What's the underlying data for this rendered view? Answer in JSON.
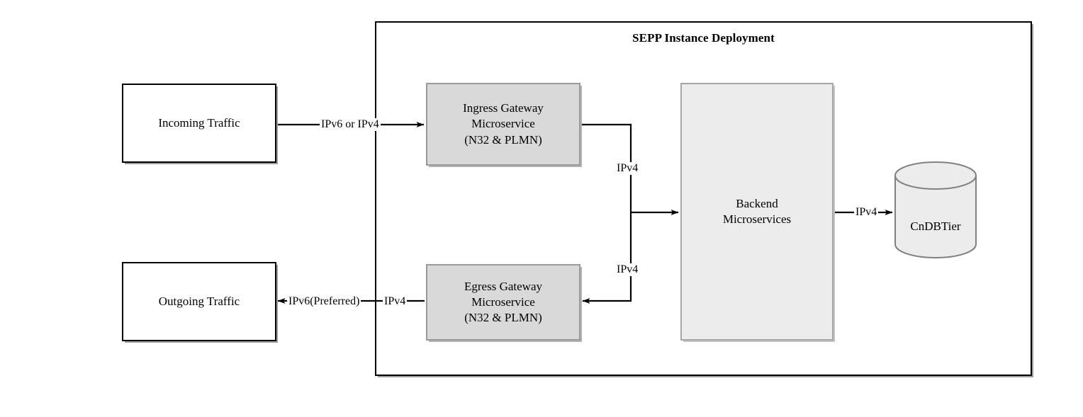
{
  "diagram": {
    "title": "SEPP Instance Deployment",
    "container_label": "SEPP Instance Deployment"
  },
  "nodes": {
    "incoming_traffic": {
      "label": "Incoming Traffic",
      "shape": "rectangle",
      "fill": "#ffffff",
      "stroke": "#000000"
    },
    "outgoing_traffic": {
      "label": "Outgoing Traffic",
      "shape": "rectangle",
      "fill": "#ffffff",
      "stroke": "#000000"
    },
    "ingress_gateway": {
      "label": "Ingress Gateway\nMicroservice\n(N32 & PLMN)",
      "shape": "rectangle",
      "fill": "#d9d9d9",
      "stroke": "#9a9a9a"
    },
    "egress_gateway": {
      "label": "Egress Gateway\nMicroservice\n(N32 & PLMN)",
      "shape": "rectangle",
      "fill": "#d9d9d9",
      "stroke": "#9a9a9a"
    },
    "backend_microservices": {
      "label": "Backend\nMicroservices",
      "shape": "rectangle",
      "fill": "#ececec",
      "stroke": "#a6a6a6"
    },
    "cndbtier": {
      "label": "CnDBTier",
      "shape": "cylinder",
      "fill": "#ececec",
      "stroke": "#808080"
    }
  },
  "edges": [
    {
      "id": "incoming-to-ingress",
      "from": "incoming_traffic",
      "to": "ingress_gateway",
      "label": "IPv6 or IPv4"
    },
    {
      "id": "ingress-to-backend",
      "from": "ingress_gateway",
      "to": "backend_microservices",
      "label": "IPv4"
    },
    {
      "id": "backend-to-egress",
      "from": "backend_microservices",
      "to": "egress_gateway",
      "label": "IPv4"
    },
    {
      "id": "backend-to-cndbtier",
      "from": "backend_microservices",
      "to": "cndbtier",
      "label": "IPv4"
    },
    {
      "id": "egress-to-outgoing",
      "from": "egress_gateway",
      "to": "outgoing_traffic",
      "label_primary": "IPv6(Preferred)",
      "label_secondary": "IPv4"
    }
  ],
  "edge_labels": {
    "incoming_to_ingress": "IPv6 or IPv4",
    "ingress_to_backend": "IPv4",
    "backend_to_egress": "IPv4",
    "backend_to_cndbtier": "IPv4",
    "egress_to_outgoing_primary": "IPv6(Preferred)",
    "egress_to_outgoing_secondary": "IPv4"
  },
  "colors": {
    "background": "#ffffff",
    "line": "#000000",
    "gateway_fill": "#d9d9d9",
    "backend_fill": "#ececec",
    "db_fill": "#ececec",
    "db_stroke": "#808080",
    "gateway_stroke": "#9a9a9a",
    "container_stroke": "#000000"
  }
}
